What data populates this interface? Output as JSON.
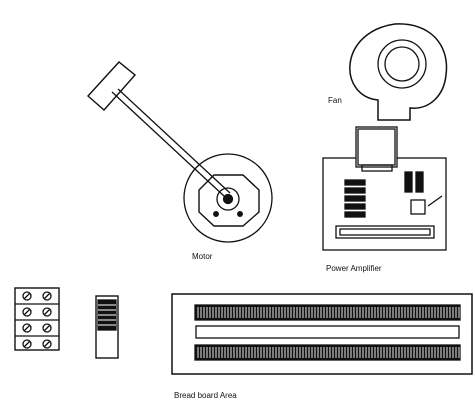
{
  "labels": {
    "fan": "Fan",
    "motor": "Motor",
    "power_amplifier": "Power Amplifier",
    "breadboard": "Bread board Area"
  },
  "components": {
    "terminal_block_rows": 4,
    "terminal_block_cols": 2
  },
  "colors": {
    "ink": "#111111",
    "paper": "#ffffff"
  }
}
